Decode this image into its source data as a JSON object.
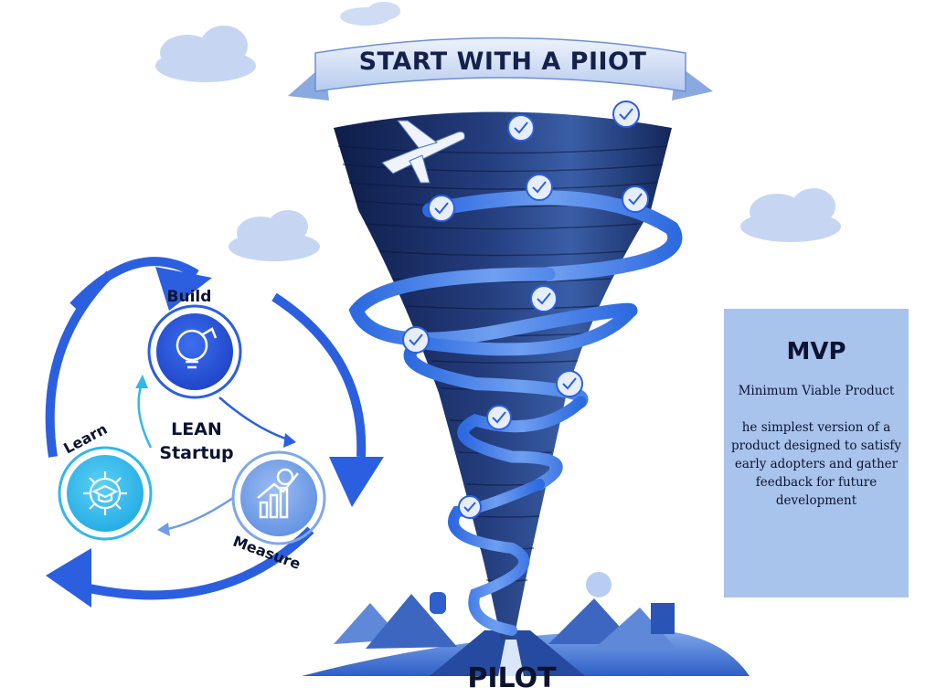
{
  "banner": {
    "title": "START WITH A PIIOT"
  },
  "footer": {
    "label": "PILOT"
  },
  "lean_cycle": {
    "center_line1": "LEAN",
    "center_line2": "Startup",
    "stages": [
      {
        "label": "Build",
        "icon": "lightbulb-puzzle-icon"
      },
      {
        "label": "Measure",
        "icon": "bar-chart-target-icon"
      },
      {
        "label": "Learn",
        "icon": "graduation-network-icon"
      }
    ]
  },
  "mvp": {
    "title": "MVP",
    "subtitle": "Minimum Viable Product",
    "description": "he simplest version of a product designed to satisfy early adopters and gather feedback for future development"
  },
  "colors": {
    "primary_blue": "#2b5fe0",
    "navy": "#0d1d48",
    "light_blue": "#7fa8ea",
    "card_blue": "#a9c4ec",
    "cyan": "#33b7ea"
  }
}
